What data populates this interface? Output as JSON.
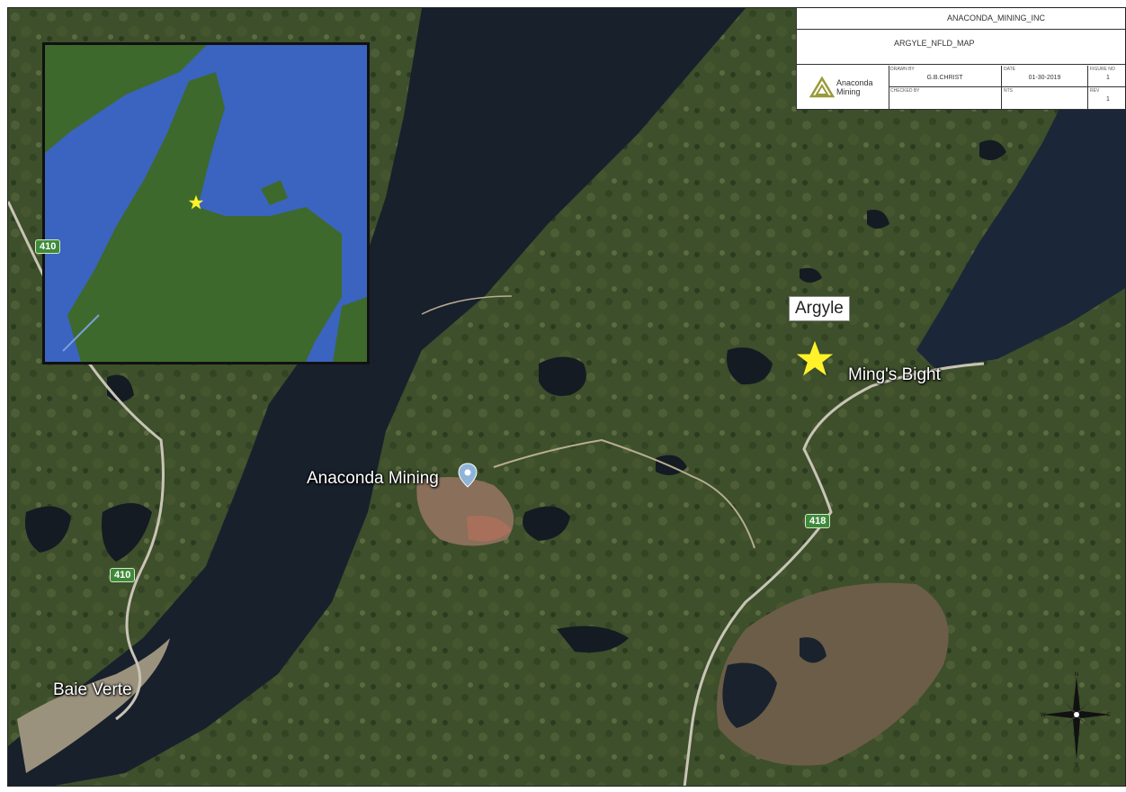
{
  "title_block": {
    "company": "ANACONDA_MINING_INC",
    "map_name": "ARGYLE_NFLD_MAP",
    "logo_text_line1": "Anaconda",
    "logo_text_line2": "Mining",
    "drawn_by_label": "DRAWN BY",
    "drawn_by_value": "G.B.CHRIST",
    "date_label": "DATE",
    "date_value": "01-30-2019",
    "sheet_label": "FIGURE NO",
    "sheet_value": "1",
    "checked_label": "CHECKED BY",
    "scale_label": "NTS",
    "rev_label": "REV",
    "rev_value": "1"
  },
  "labels": {
    "argyle": "Argyle",
    "mings_bight": "Ming's Bight",
    "anaconda_mining": "Anaconda Mining",
    "baie_verte": "Baie Verte"
  },
  "road_shields": {
    "r410_top": "410",
    "r410_bottom": "410",
    "r418": "418"
  },
  "compass": {
    "north": "N",
    "south": "S",
    "east": "E",
    "west": "W"
  },
  "colors": {
    "water": "#1a2333",
    "land_dark": "#2f4224",
    "land": "#4a5a34",
    "inset_water": "#3b63c0",
    "inset_land": "#3d6a2c",
    "star": "#fff22a",
    "shield": "#3f8a3a"
  },
  "icons": {
    "marker": "star-icon",
    "pin": "location-pin-icon",
    "compass": "north-arrow-icon"
  }
}
